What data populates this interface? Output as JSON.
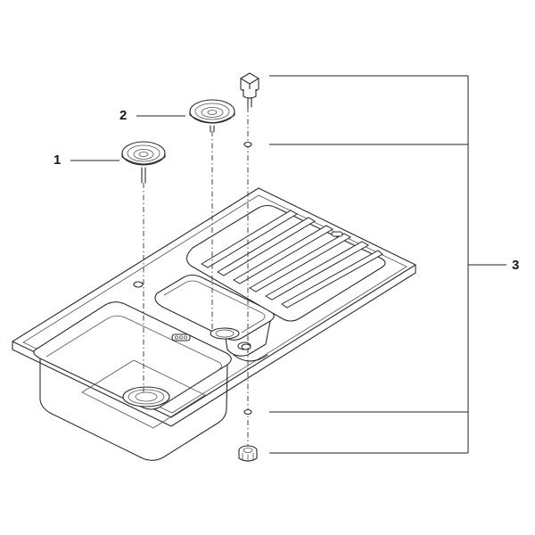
{
  "callouts": {
    "strainer_1": "1",
    "strainer_2": "2",
    "drain_kit": "3"
  },
  "colors": {
    "line": "#2b2b2b",
    "background": "#ffffff"
  }
}
